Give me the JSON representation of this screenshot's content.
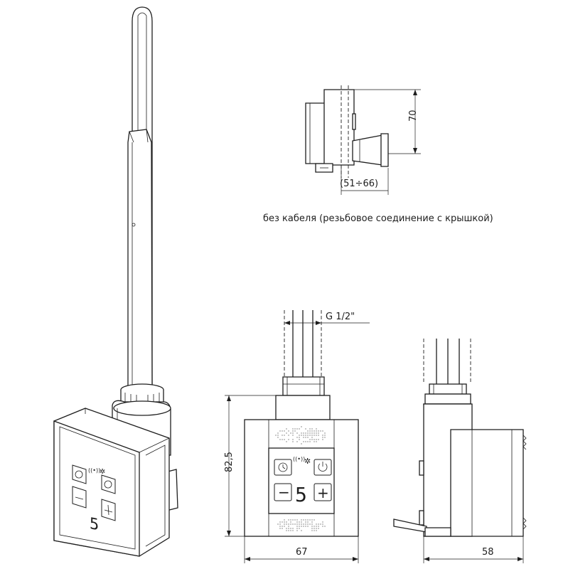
{
  "caption": "без кабеля (резьбовое соединение с крышкой)",
  "dimensions": {
    "top_height": "70",
    "top_depth": "(51÷66)",
    "thread": "G 1/2\"",
    "front_height": "82,5",
    "front_width": "67",
    "side_depth": "58"
  },
  "panel": {
    "display_digit": "5",
    "minus_symbol": "−",
    "plus_symbol": "+"
  },
  "icons": [
    "clock-icon",
    "power-icon",
    "wireless-icon",
    "sun-icon"
  ]
}
